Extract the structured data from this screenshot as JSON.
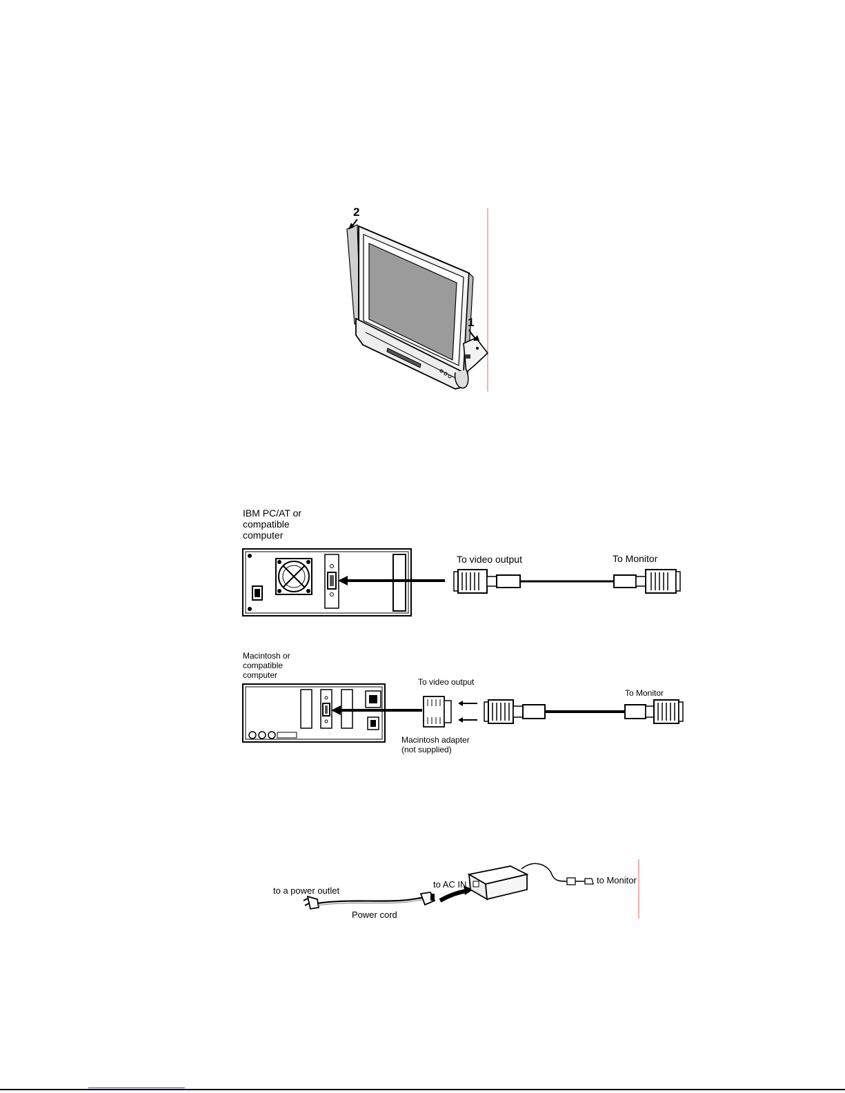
{
  "figure_monitor": {
    "step_1": "1",
    "step_2": "2",
    "colors": {
      "guide_line": "#e06a6a"
    }
  },
  "figure_ibm": {
    "computer_label": [
      "IBM PC/AT or",
      "compatible",
      "computer"
    ],
    "to_video_output": "To video output",
    "to_monitor": "To Monitor"
  },
  "figure_mac": {
    "computer_label": [
      "Macintosh or",
      "compatible",
      "computer"
    ],
    "to_video_output": "To video output",
    "to_monitor": "To  Monitor",
    "adapter_label": [
      "Macintosh adapter",
      "(not supplied)"
    ]
  },
  "figure_power": {
    "to_power_outlet": "to a power outlet",
    "power_cord": "Power cord",
    "to_ac_in": "to AC IN",
    "to_monitor": "to Monitor",
    "colors": {
      "guide_line": "#e06a6a"
    }
  }
}
